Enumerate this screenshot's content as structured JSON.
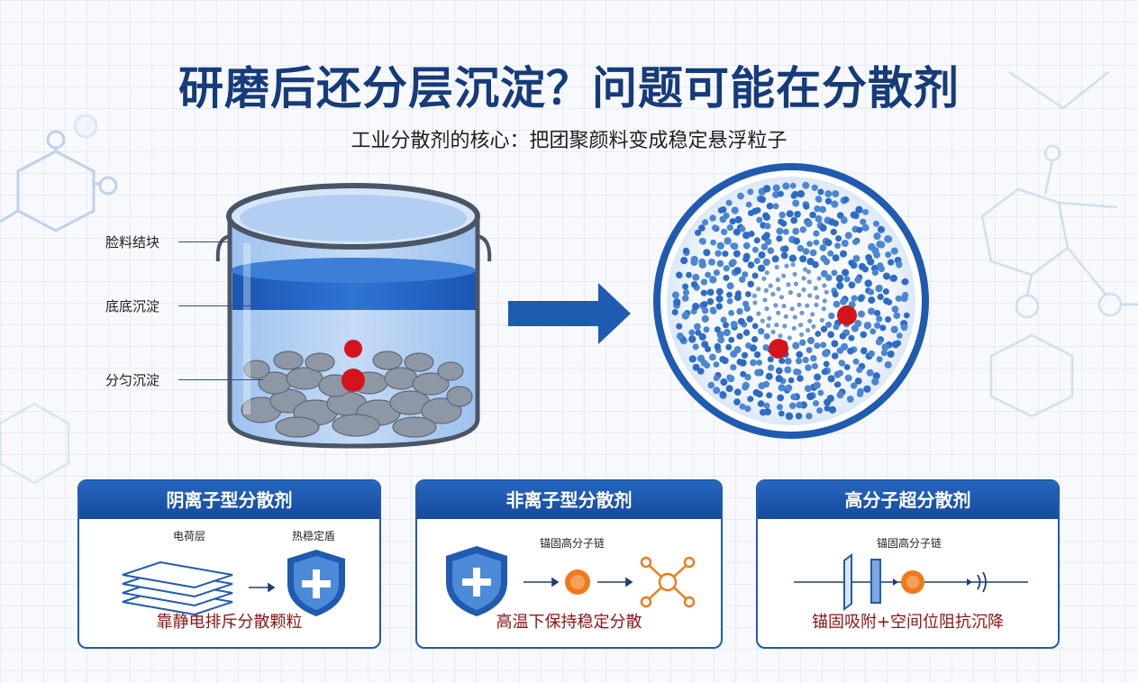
{
  "header": {
    "title": "研磨后还分层沉淀？问题可能在分散剂",
    "subtitle": "工业分散剂的核心：把团聚颜料变成稳定悬浮粒子"
  },
  "bucket": {
    "labels": [
      "脸料结块",
      "底底沉淀",
      "分匀沉淀"
    ]
  },
  "panels": [
    {
      "title": "阴离子型分散剂",
      "left_label": "电荷层",
      "right_label": "热稳定盾",
      "caption": "靠静电排斥分散颗粒"
    },
    {
      "title": "非离子型分散剂",
      "top_label": "锚固高分子链",
      "caption": "高温下保持稳定分散"
    },
    {
      "title": "高分子超分散剂",
      "top_label": "锚固高分子链",
      "caption": "锚固吸附+空间位阻抗沉降"
    }
  ],
  "colors": {
    "brand_blue": "#1f5bb0",
    "title_blue": "#163b7a",
    "accent_red": "#d4141c",
    "accent_orange": "#f07a1a"
  }
}
